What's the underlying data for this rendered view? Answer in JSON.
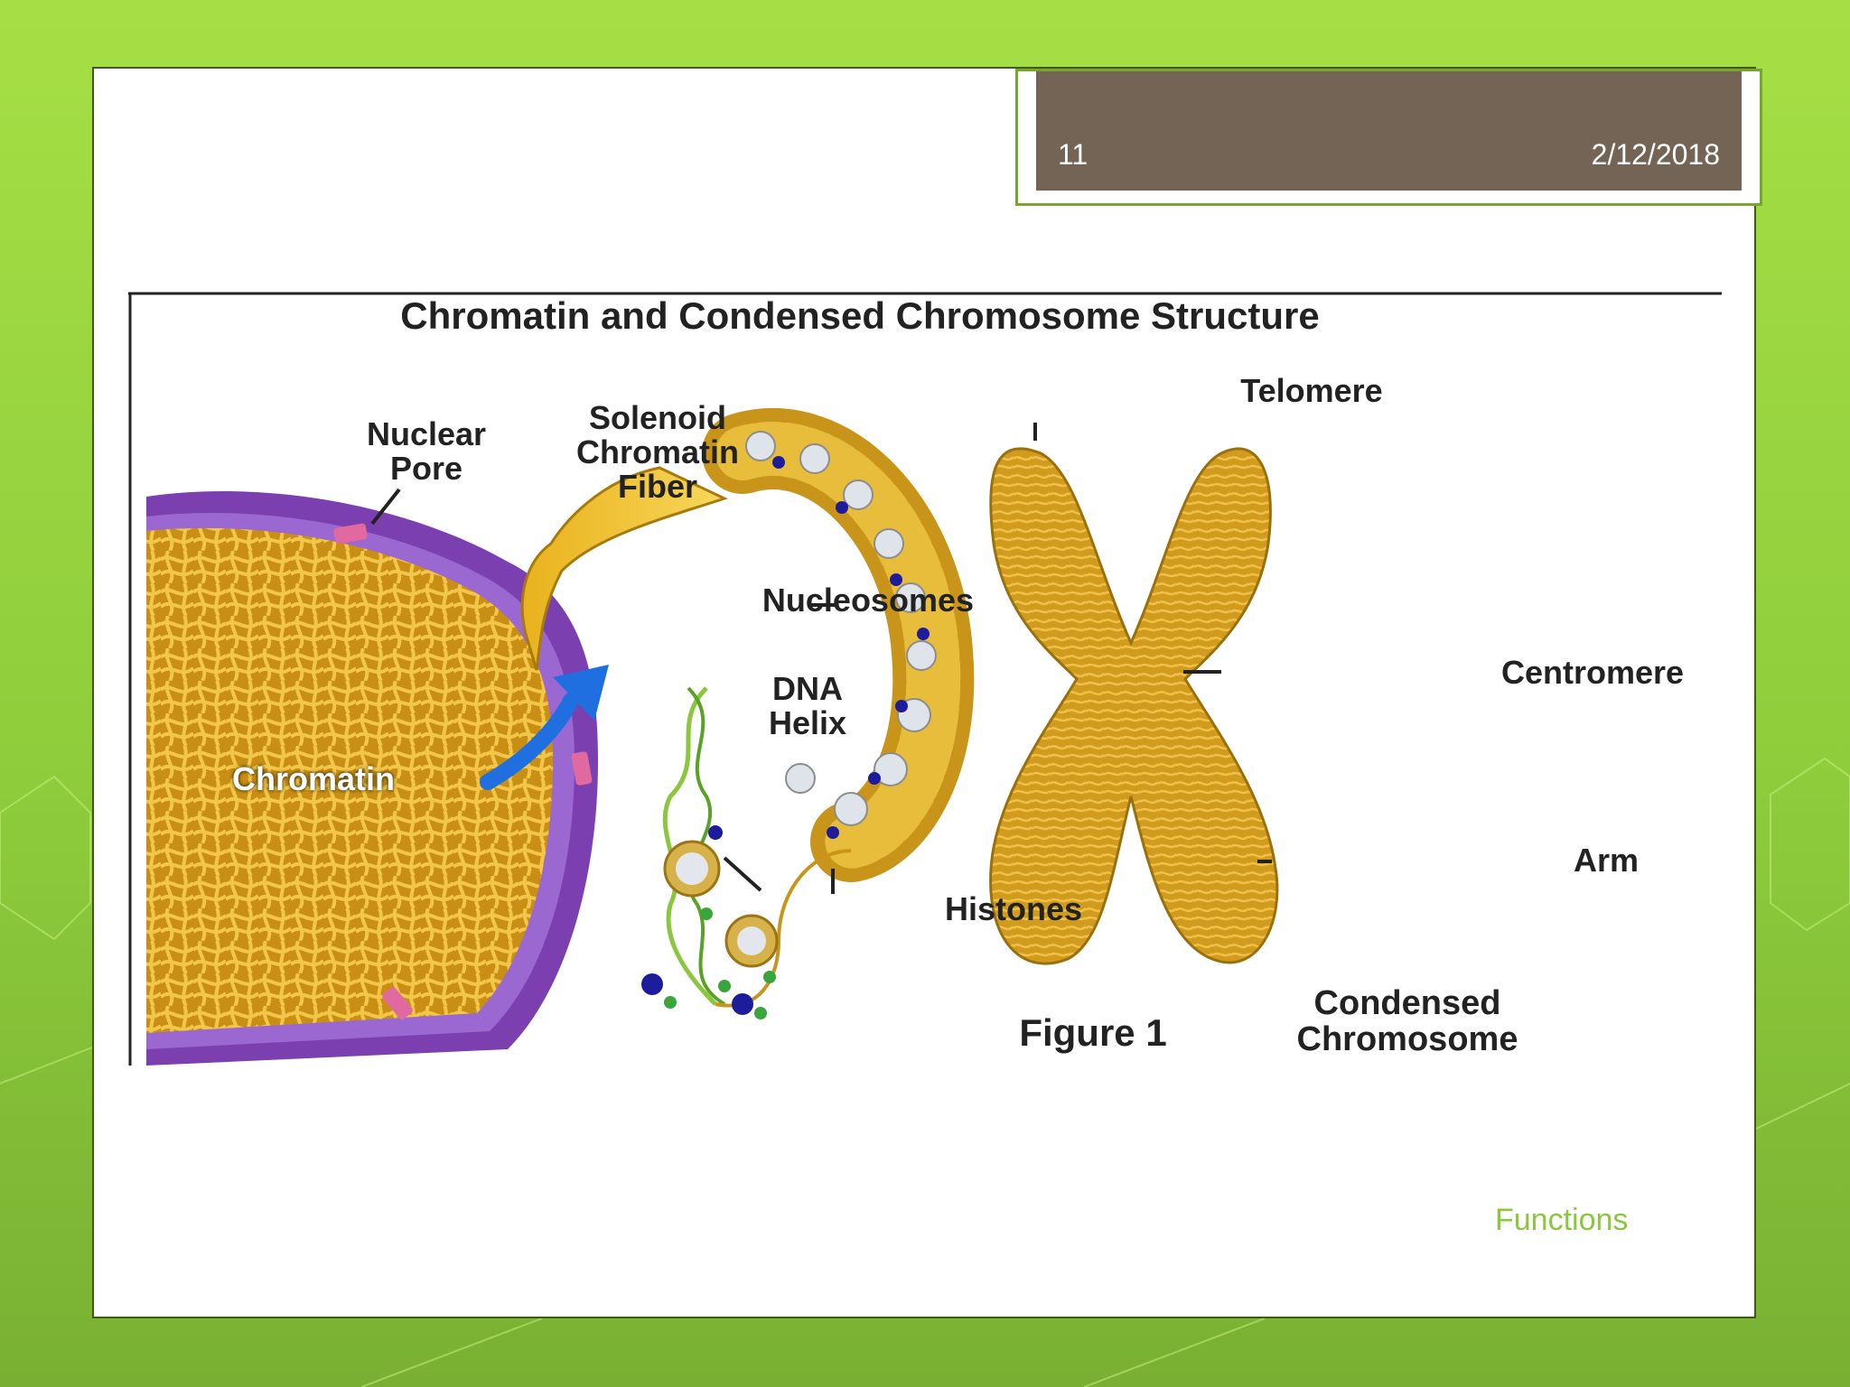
{
  "header": {
    "slide_number": "11",
    "date": "2/12/2018"
  },
  "figure": {
    "title": "Chromatin and Condensed Chromosome Structure",
    "labels": {
      "nuclear_pore": "Nuclear\nPore",
      "solenoid": "Solenoid\nChromatin\nFiber",
      "telomere": "Telomere",
      "nucleosomes": "Nucleosomes",
      "dna_helix": "DNA\nHelix",
      "chromatin": "Chromatin",
      "centromere": "Centromere",
      "arm": "Arm",
      "histones": "Histones",
      "figure_caption": "Figure 1",
      "condensed": "Condensed\nChromosome"
    }
  },
  "footer": {
    "text": "Functions"
  },
  "colors": {
    "background_green": "#8fcd3c",
    "header_brown": "#746456",
    "footer_green": "#8cc63f",
    "chromatin_gold": "#d8a322",
    "nucleus_purple": "#7b3fb0",
    "arrow_blue": "#1f6fe0"
  }
}
